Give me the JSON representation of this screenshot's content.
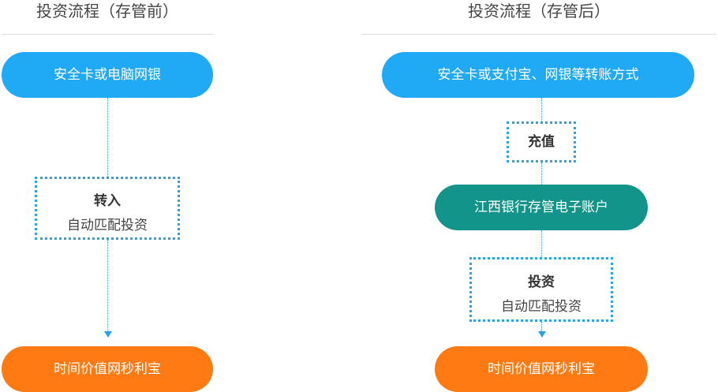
{
  "left": {
    "title": "投资流程（存管前）",
    "source": "安全卡或电脑网银",
    "step": {
      "title": "转入",
      "subtitle": "自动匹配投资"
    },
    "target": "时间价值网秒利宝"
  },
  "right": {
    "title": "投资流程（存管后）",
    "source": "安全卡或支付宝、网银等转账方式",
    "step1": "充值",
    "account": "江西银行存管电子账户",
    "step2": {
      "title": "投资",
      "subtitle": "自动匹配投资"
    },
    "target": "时间价值网秒利宝"
  },
  "colors": {
    "source_blue": "#20a9f5",
    "target_orange": "#ff7a12",
    "account_teal": "#12948a",
    "connector_blue": "#2aa3e6"
  }
}
